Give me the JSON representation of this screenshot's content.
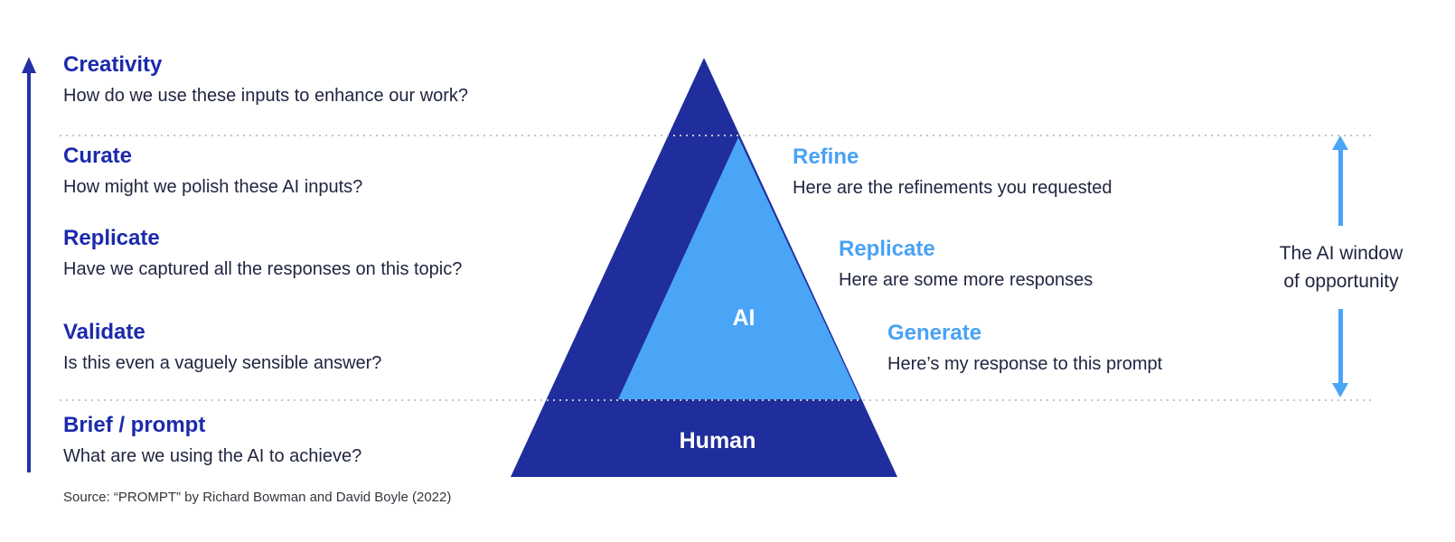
{
  "colors": {
    "pyramid_dark_blue": "#1F2E9C",
    "pyramid_light_blue": "#4AA5F7",
    "heading_dark_blue": "#1B2AAC",
    "heading_light_blue": "#49A2F5",
    "body_text": "#1F2440",
    "axis_arrow": "#2231A8",
    "dotted_line": "#C4C4C8"
  },
  "left_ladder": {
    "items": [
      {
        "title": "Creativity",
        "desc": "How do we use these inputs to enhance our work?"
      },
      {
        "title": "Curate",
        "desc": "How might we polish these AI inputs?"
      },
      {
        "title": "Replicate",
        "desc": "Have we captured all the responses on this topic?"
      },
      {
        "title": "Validate",
        "desc": "Is this even a vaguely sensible answer?"
      },
      {
        "title": "Brief / prompt",
        "desc": "What are we using the AI to achieve?"
      }
    ]
  },
  "right_ladder": {
    "items": [
      {
        "title": "Refine",
        "desc": "Here are the refinements you requested"
      },
      {
        "title": "Replicate",
        "desc": "Here are some more responses"
      },
      {
        "title": "Generate",
        "desc": "Here’s my response to this prompt"
      }
    ]
  },
  "pyramid": {
    "ai_label": "AI",
    "human_label": "Human"
  },
  "window_label": {
    "line1": "The AI window",
    "line2": "of opportunity"
  },
  "source": "Source: “PROMPT” by Richard Bowman and David Boyle (2022)"
}
